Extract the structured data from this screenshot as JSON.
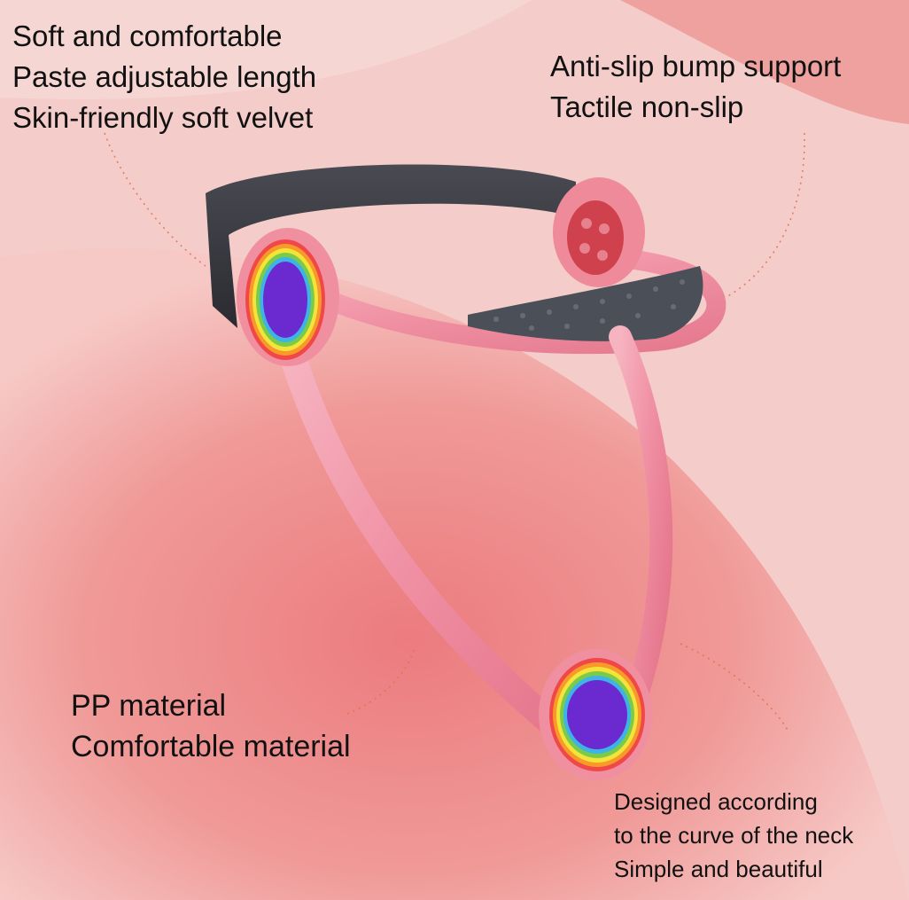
{
  "product": {
    "image_label": "neck stretcher device"
  },
  "features": {
    "top_left": {
      "lines": [
        "Soft and comfortable",
        "Paste adjustable length",
        "Skin-friendly soft velvet"
      ]
    },
    "top_right": {
      "lines": [
        "Anti-slip bump support",
        "Tactile non-slip"
      ]
    },
    "bottom_left": {
      "lines": [
        "PP material",
        "Comfortable material"
      ]
    },
    "bottom_right": {
      "lines": [
        "Designed according",
        "to the curve of the neck",
        "Simple and beautiful"
      ]
    }
  },
  "colors": {
    "background": "#f3c7c4",
    "accent_red": "#e05a5e",
    "frame_pink": "#f08a9c",
    "strap_dark": "#3a3a40",
    "pad_center": "#6a2ad0",
    "leader_line": "#e0704a"
  }
}
